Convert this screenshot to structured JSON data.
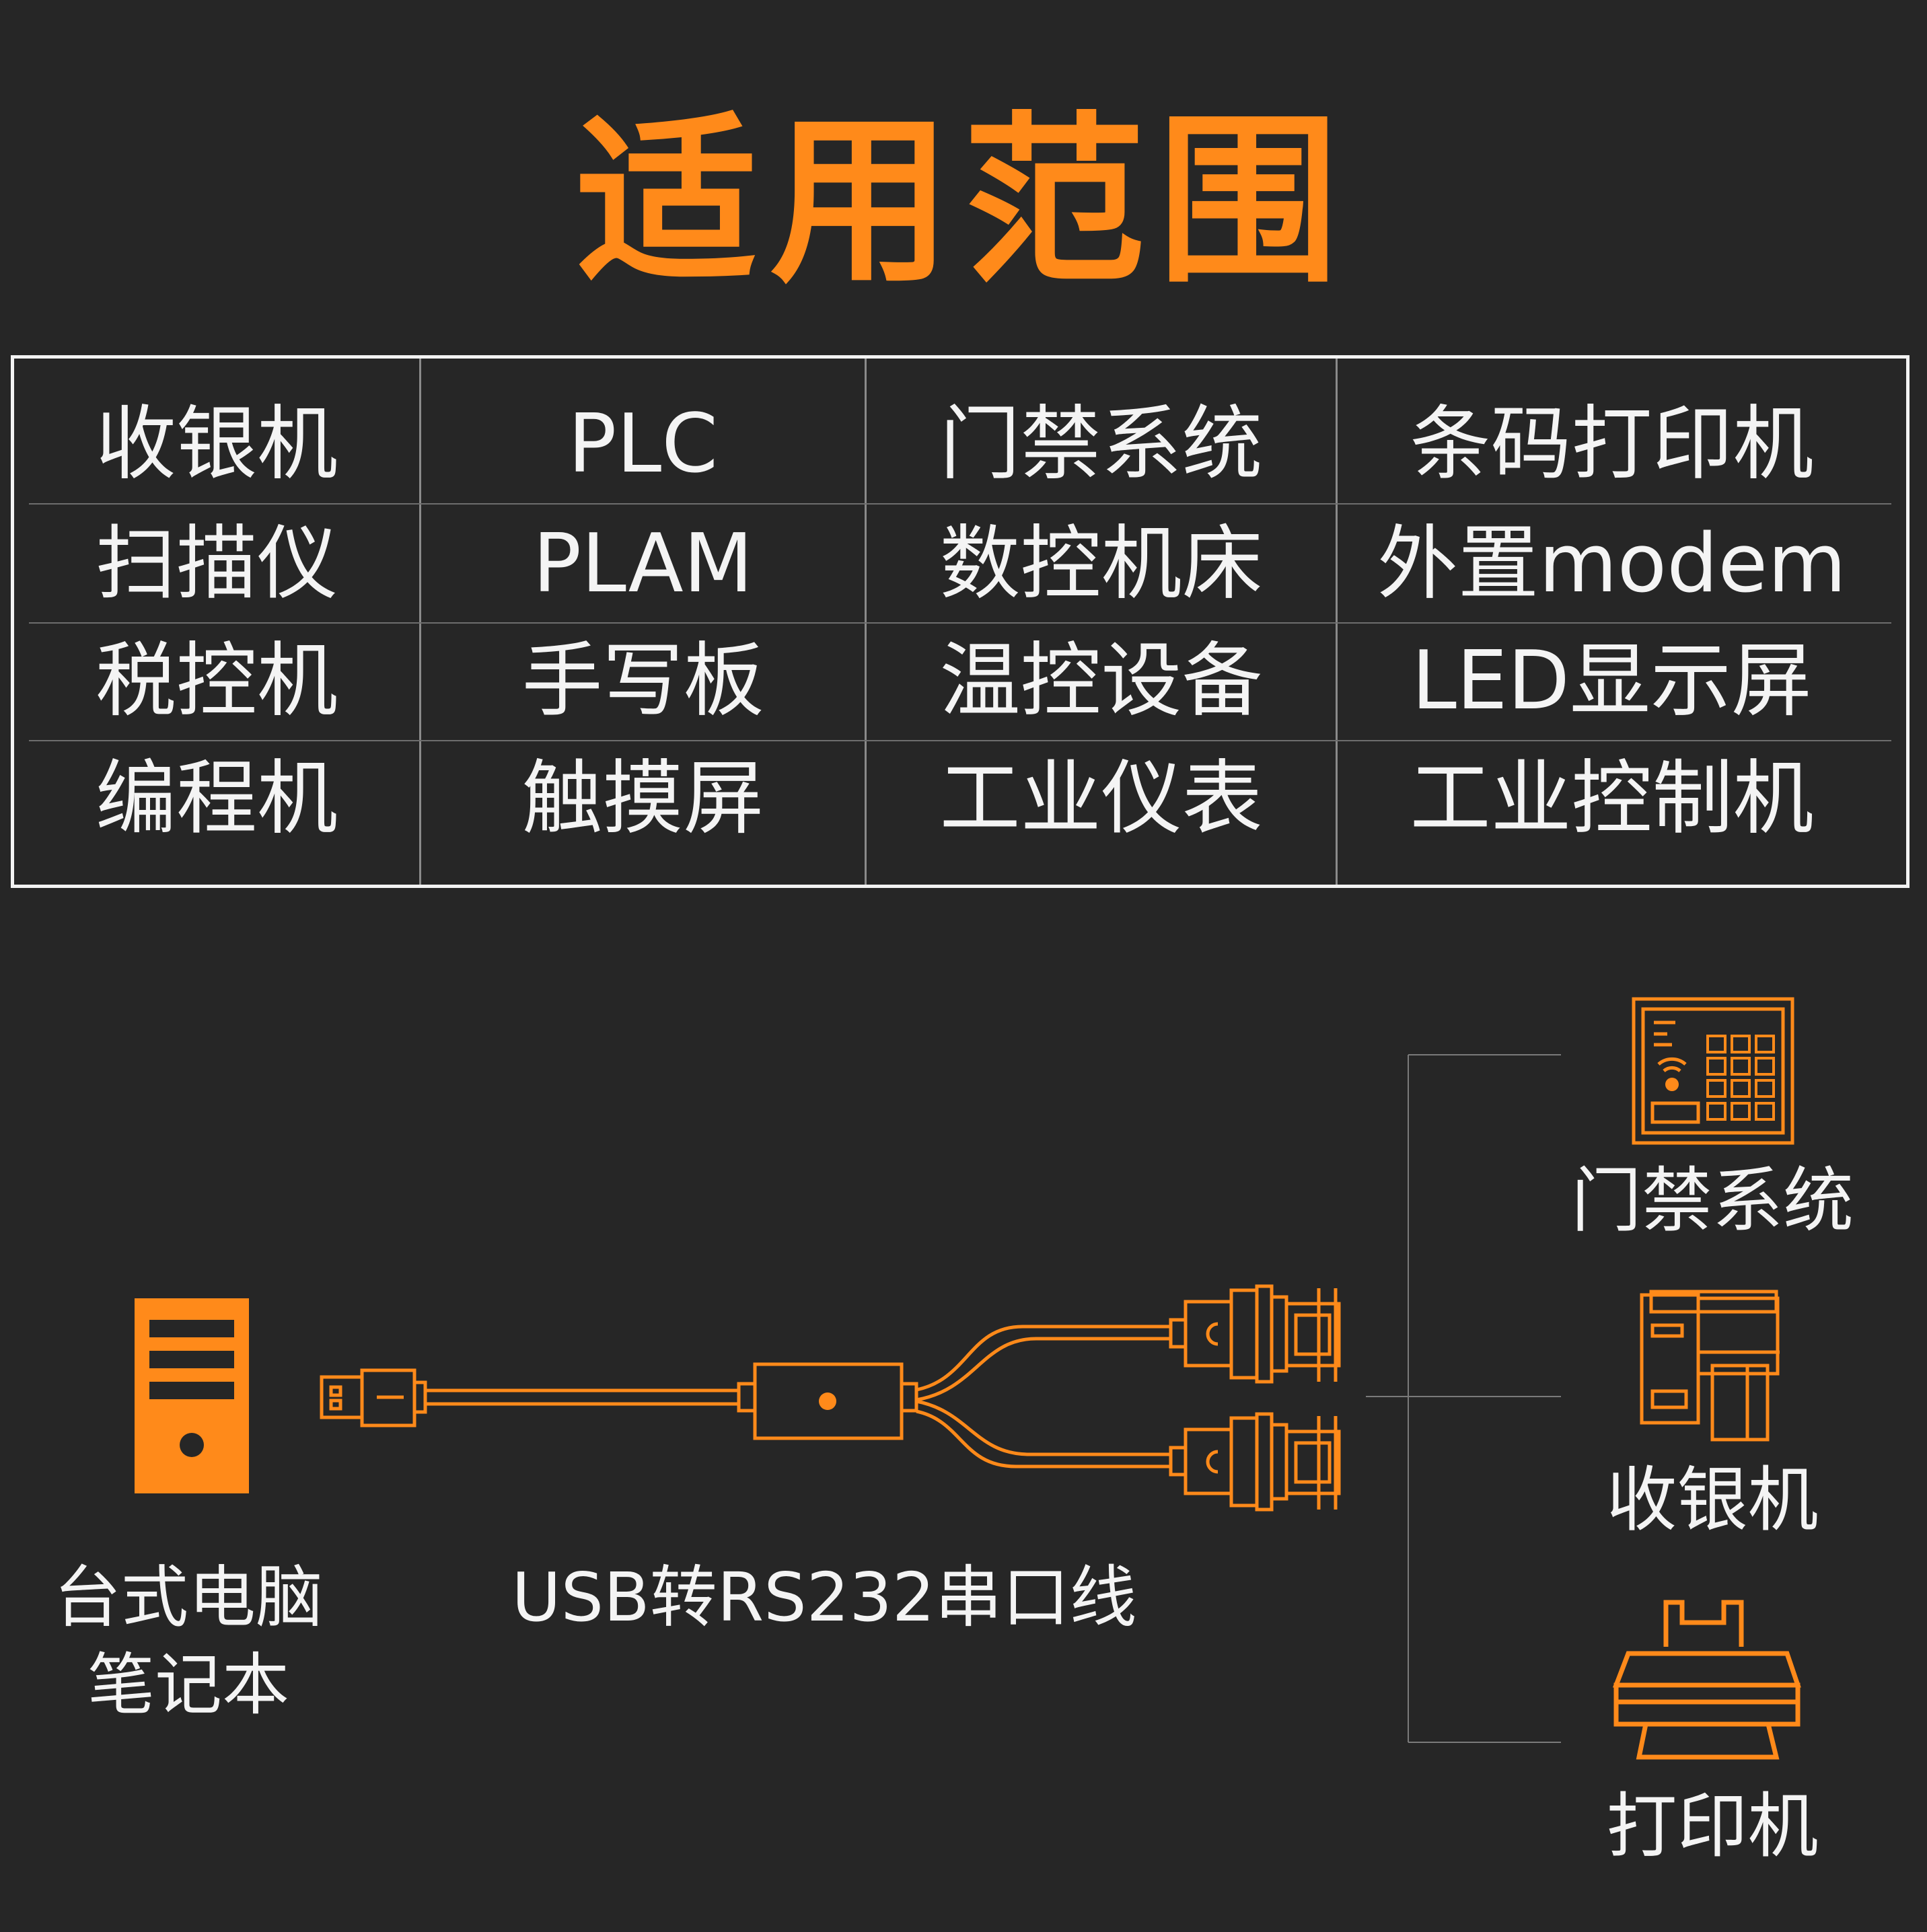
{
  "title": "适用范围",
  "table": {
    "rows": [
      [
        "收银机",
        "PLC",
        "门禁系统",
        "条码打印机"
      ],
      [
        "扫描仪",
        "PLAM",
        "数控机床",
        "外置modem"
      ],
      [
        "税控机",
        "手写板",
        "温控设备",
        "LED显示屏"
      ],
      [
        "编程机",
        "触摸屏",
        "工业仪表",
        "工业控制机"
      ]
    ]
  },
  "diagram": {
    "computer_label_line1": "台式电脑",
    "computer_label_line2": "笔记本",
    "cable_label": "USB转RS232串口线",
    "devices": [
      {
        "label": "门禁系统",
        "icon": "access-control-keypad-icon"
      },
      {
        "label": "收银机",
        "icon": "cash-register-icon"
      },
      {
        "label": "打印机",
        "icon": "printer-icon"
      }
    ]
  },
  "colors": {
    "background": "#262626",
    "accent": "#ff8a1a",
    "text": "#f4f4f4"
  }
}
